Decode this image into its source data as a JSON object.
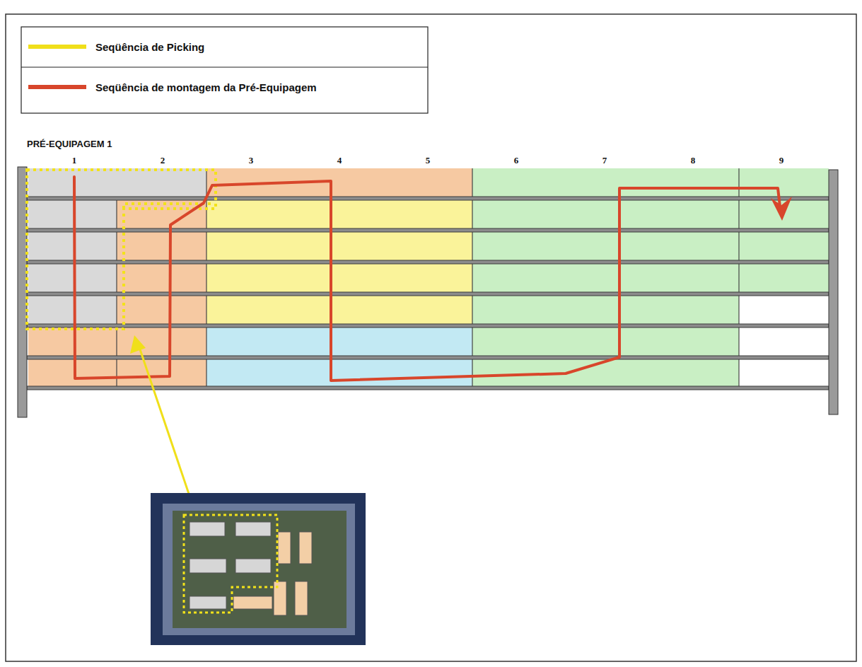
{
  "diagram": {
    "labels": [
      "PRÉ-EQUIPAGEM 1",
      "1",
      "2",
      "3",
      "4",
      "5",
      "6",
      "7",
      "8",
      "9"
    ],
    "legend": [
      {
        "text": "Seqüência de Picking"
      },
      {
        "text": "Seqüência de montagem da Pré-Equipagem"
      }
    ]
  }
}
